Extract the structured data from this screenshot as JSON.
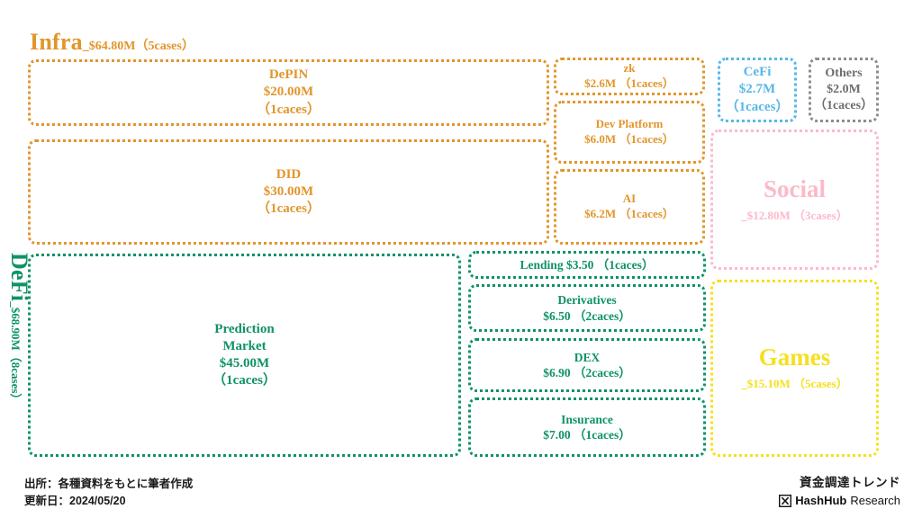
{
  "footer": {
    "source_line": "出所：各種資料をもとに筆者作成",
    "updated_line": "更新日：2024/05/20",
    "title": "資金調達トレンド",
    "brand_name": "HashHub",
    "brand_suffix": "Research",
    "logo_icon": "hashhub-x-mark-icon"
  },
  "colors": {
    "infra": "#e2952b",
    "cefi": "#57b7e8",
    "others": "#8c8c8c",
    "social": "#fcb9ca",
    "games": "#f5e020",
    "defi": "#0e9268",
    "text_dark": "#1a1a1a",
    "background": "#ffffff"
  },
  "groups": {
    "infra": {
      "name": "Infra",
      "amount": "_$64.80M",
      "cases": "（5cases）"
    },
    "defi": {
      "name": "DeFi",
      "amount": "_$68.90M",
      "cases": "（8cases）"
    }
  },
  "chart_data": {
    "type": "treemap",
    "title": "資金調達トレンド",
    "unit": "USD millions",
    "groups": [
      {
        "name": "Infra",
        "total": 64.8,
        "cases": 5,
        "color": "#e2952b",
        "items": [
          {
            "label": "DePIN",
            "amount": 20.0,
            "amount_text": "$20.00M",
            "cases": 1,
            "cases_text": "（1caces）"
          },
          {
            "label": "DID",
            "amount": 30.0,
            "amount_text": "$30.00M",
            "cases": 1,
            "cases_text": "（1caces）"
          },
          {
            "label": "zk",
            "amount": 2.6,
            "amount_text": "$2.6M",
            "cases": 1,
            "cases_text": "（1caces）"
          },
          {
            "label": "Dev Platform",
            "amount": 6.0,
            "amount_text": "$6.0M",
            "cases": 1,
            "cases_text": "（1caces）"
          },
          {
            "label": "AI",
            "amount": 6.2,
            "amount_text": "$6.2M",
            "cases": 1,
            "cases_text": "（1caces）"
          }
        ]
      },
      {
        "name": "CeFi",
        "total": 2.7,
        "cases": 1,
        "color": "#57b7e8",
        "items": [
          {
            "label": "CeFi",
            "amount": 2.7,
            "amount_text": "$2.7M",
            "cases": 1,
            "cases_text": "（1caces）"
          }
        ]
      },
      {
        "name": "Others",
        "total": 2.0,
        "cases": 1,
        "color": "#8c8c8c",
        "items": [
          {
            "label": "Others",
            "amount": 2.0,
            "amount_text": "$2.0M",
            "cases": 1,
            "cases_text": "（1caces）"
          }
        ]
      },
      {
        "name": "Social",
        "total": 12.8,
        "cases": 3,
        "color": "#fcb9ca",
        "items": [
          {
            "label": "Social",
            "amount": 12.8,
            "amount_text": "_$12.80M",
            "cases": 3,
            "cases_text": "（3cases）"
          }
        ]
      },
      {
        "name": "Games",
        "total": 15.1,
        "cases": 5,
        "color": "#f5e020",
        "items": [
          {
            "label": "Games",
            "amount": 15.1,
            "amount_text": "_$15.10M",
            "cases": 5,
            "cases_text": "（5cases）"
          }
        ]
      },
      {
        "name": "DeFi",
        "total": 68.9,
        "cases": 8,
        "color": "#0e9268",
        "items": [
          {
            "label": "Prediction Market",
            "amount": 45.0,
            "amount_text": "$45.00M",
            "cases": 1,
            "cases_text": "（1caces）"
          },
          {
            "label": "Lending",
            "amount": 3.5,
            "amount_text": "$3.50",
            "cases": 1,
            "cases_text": "（1caces）"
          },
          {
            "label": "Derivatives",
            "amount": 6.5,
            "amount_text": "$6.50",
            "cases": 2,
            "cases_text": "（2caces）"
          },
          {
            "label": "DEX",
            "amount": 6.9,
            "amount_text": "$6.90",
            "cases": 2,
            "cases_text": "（2caces）"
          },
          {
            "label": "Insurance",
            "amount": 7.0,
            "amount_text": "$7.00",
            "cases": 1,
            "cases_text": "（1caces）"
          }
        ]
      }
    ]
  },
  "boxes": {
    "depin": {
      "l1": "DePIN",
      "l2": "$20.00M",
      "l3": "（1caces）"
    },
    "did": {
      "l1": "DID",
      "l2": "$30.00M",
      "l3": "（1caces）"
    },
    "zk": {
      "l1": "zk",
      "l2": "$2.6M （1caces）"
    },
    "dev_platform": {
      "l1": "Dev Platform",
      "l2": "$6.0M （1caces）"
    },
    "ai": {
      "l1": "AI",
      "l2": "$6.2M （1caces）"
    },
    "cefi": {
      "l1": "CeFi",
      "l2": "$2.7M",
      "l3": "（1caces）"
    },
    "others": {
      "l1": "Others",
      "l2": "$2.0M",
      "l3": "（1caces）"
    },
    "social": {
      "l1": "Social",
      "l2": "_$12.80M （3cases）"
    },
    "games": {
      "l1": "Games",
      "l2": "_$15.10M （5cases）"
    },
    "prediction": {
      "l1": "Prediction",
      "l2": "Market",
      "l3": "$45.00M",
      "l4": "（1caces）"
    },
    "lending": {
      "l1": "Lending $3.50 （1caces）"
    },
    "derivatives": {
      "l1": "Derivatives",
      "l2": "$6.50 （2caces）"
    },
    "dex": {
      "l1": "DEX",
      "l2": "$6.90 （2caces）"
    },
    "insurance": {
      "l1": "Insurance",
      "l2": "$7.00 （1caces）"
    }
  }
}
